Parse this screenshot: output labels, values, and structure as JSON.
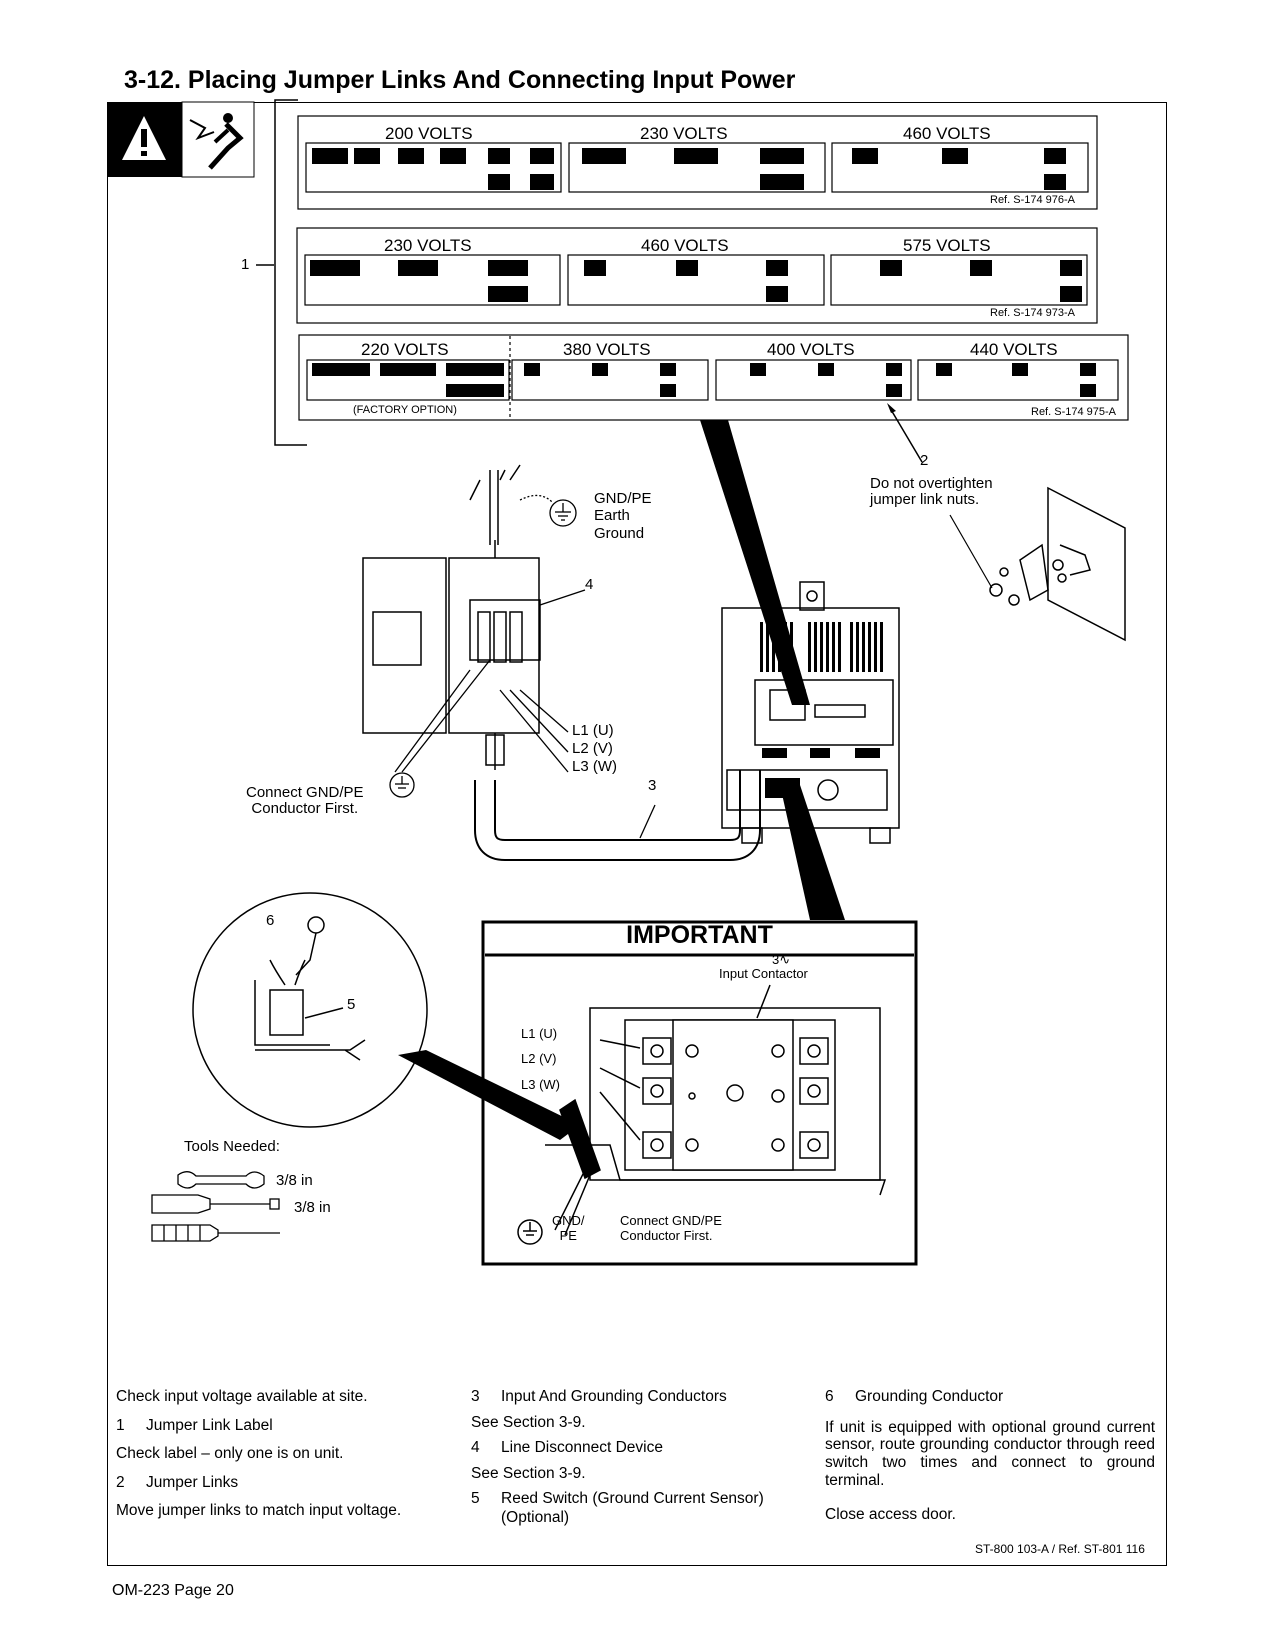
{
  "title": "3-12.  Placing Jumper Links And Connecting Input Power",
  "jumper_label": {
    "row1": {
      "volts": [
        "200 VOLTS",
        "230 VOLTS",
        "460 VOLTS"
      ],
      "ref": "Ref. S-174 976-A"
    },
    "row2": {
      "volts": [
        "230 VOLTS",
        "460 VOLTS",
        "575 VOLTS"
      ],
      "ref": "Ref. S-174 973-A"
    },
    "row3": {
      "volts": [
        "220 VOLTS",
        "380 VOLTS",
        "400 VOLTS",
        "440 VOLTS"
      ],
      "option": "(FACTORY OPTION)",
      "ref": "Ref. S-174 975-A"
    },
    "callout": "1"
  },
  "callouts": {
    "c2": "2",
    "c2_note": [
      "Do   not   overtighten",
      "jumper link nuts."
    ],
    "gnd_pe": [
      "GND/PE",
      "Earth",
      "Ground"
    ],
    "c4": "4",
    "lines": [
      "L1 (U)",
      "L2 (V)",
      "L3 (W)"
    ],
    "c3": "3",
    "connect_gnd": [
      "Connect GND/PE",
      "Conductor First."
    ],
    "c5": "5",
    "c6": "6"
  },
  "tools": {
    "heading": "Tools Needed:",
    "sizes": [
      "3/8 in",
      "3/8 in"
    ]
  },
  "important": {
    "heading": "IMPORTANT",
    "phase": "3",
    "contactor": "Input Contactor",
    "lines": [
      "L1 (U)",
      "L2 (V)",
      "L3 (W)"
    ],
    "gnd": [
      "GND/",
      "PE"
    ],
    "connect": [
      "Connect GND/PE",
      "Conductor First."
    ]
  },
  "text": {
    "col1": [
      {
        "type": "p",
        "text": "Check input voltage available at site."
      },
      {
        "type": "item",
        "num": "1",
        "text": "Jumper Link Label"
      },
      {
        "type": "p",
        "text": "Check label – only one is on unit."
      },
      {
        "type": "item",
        "num": "2",
        "text": "Jumper Links"
      },
      {
        "type": "p",
        "text": "Move jumper links to match input voltage."
      }
    ],
    "col2": [
      {
        "type": "item",
        "num": "3",
        "text": "Input And Grounding Conductors"
      },
      {
        "type": "p",
        "text": "See Section 3-9."
      },
      {
        "type": "item",
        "num": "4",
        "text": "Line Disconnect Device"
      },
      {
        "type": "p",
        "text": "See Section 3-9."
      },
      {
        "type": "item",
        "num": "5",
        "text": "Reed Switch (Ground Current Sensor)"
      },
      {
        "type": "cont",
        "text": "(Optional)"
      }
    ],
    "col3": [
      {
        "type": "item",
        "num": "6",
        "text": "Grounding Conductor"
      },
      {
        "type": "just",
        "text": "If unit is equipped with optional ground current sensor, route grounding conductor through reed switch two times and connect to ground terminal."
      },
      {
        "type": "p",
        "text": "Close access door."
      }
    ]
  },
  "doc_ref": "ST-800 103-A / Ref. ST-801 116",
  "footer": "OM-223 Page 20"
}
